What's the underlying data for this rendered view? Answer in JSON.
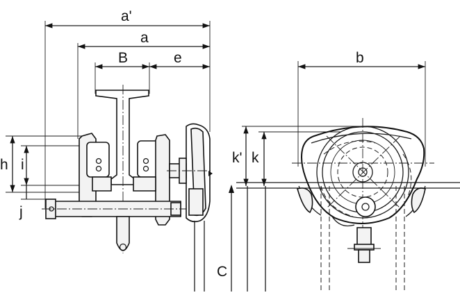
{
  "labels": {
    "a_prime": "a'",
    "a": "a",
    "B": "B",
    "e": "e",
    "b": "b",
    "h": "h",
    "i": "i",
    "j": "j",
    "k_prime": "k'",
    "k": "k",
    "C": "C"
  }
}
